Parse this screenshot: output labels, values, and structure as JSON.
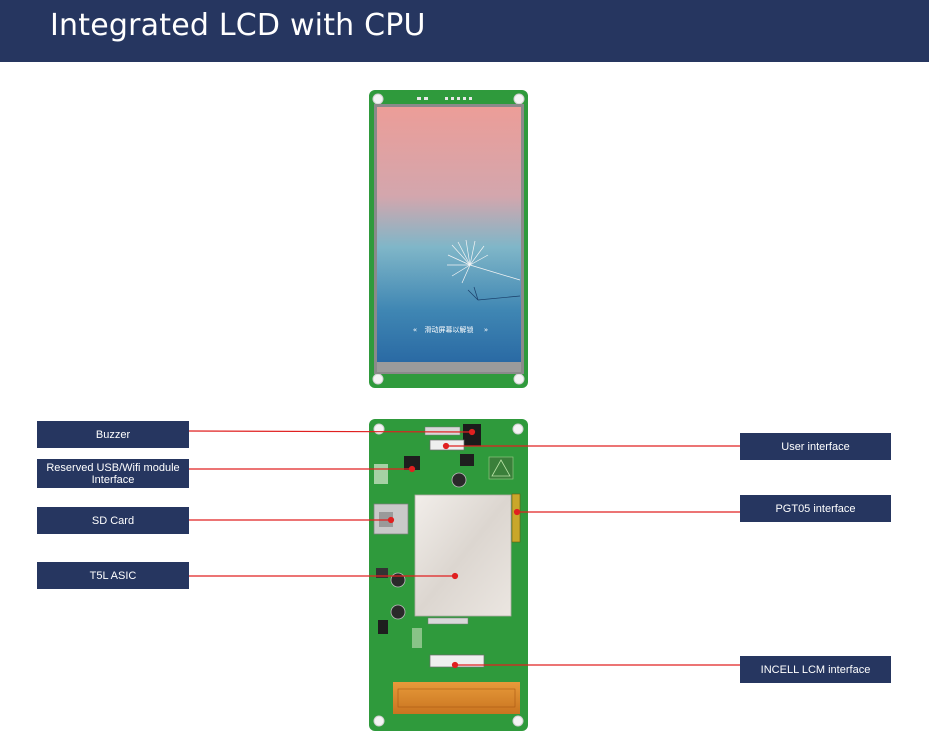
{
  "header": {
    "title": "Integrated LCD with CPU"
  },
  "front": {
    "screen_text": "滑动屏幕以解锁"
  },
  "labels": {
    "buzzer": "Buzzer",
    "usb_wifi_line1": "Reserved USB/Wifi module",
    "usb_wifi_line2": "Interface",
    "sd_card": "SD Card",
    "t5l_asic": "T5L ASIC",
    "user_interface": "User interface",
    "pgt05_interface": "PGT05 interface",
    "incell_lcm": "INCELL LCM interface"
  },
  "colors": {
    "header_bg": "#263660",
    "label_bg": "#263660",
    "pcb_green": "#2f9a3c",
    "leader_line": "#e02020"
  }
}
